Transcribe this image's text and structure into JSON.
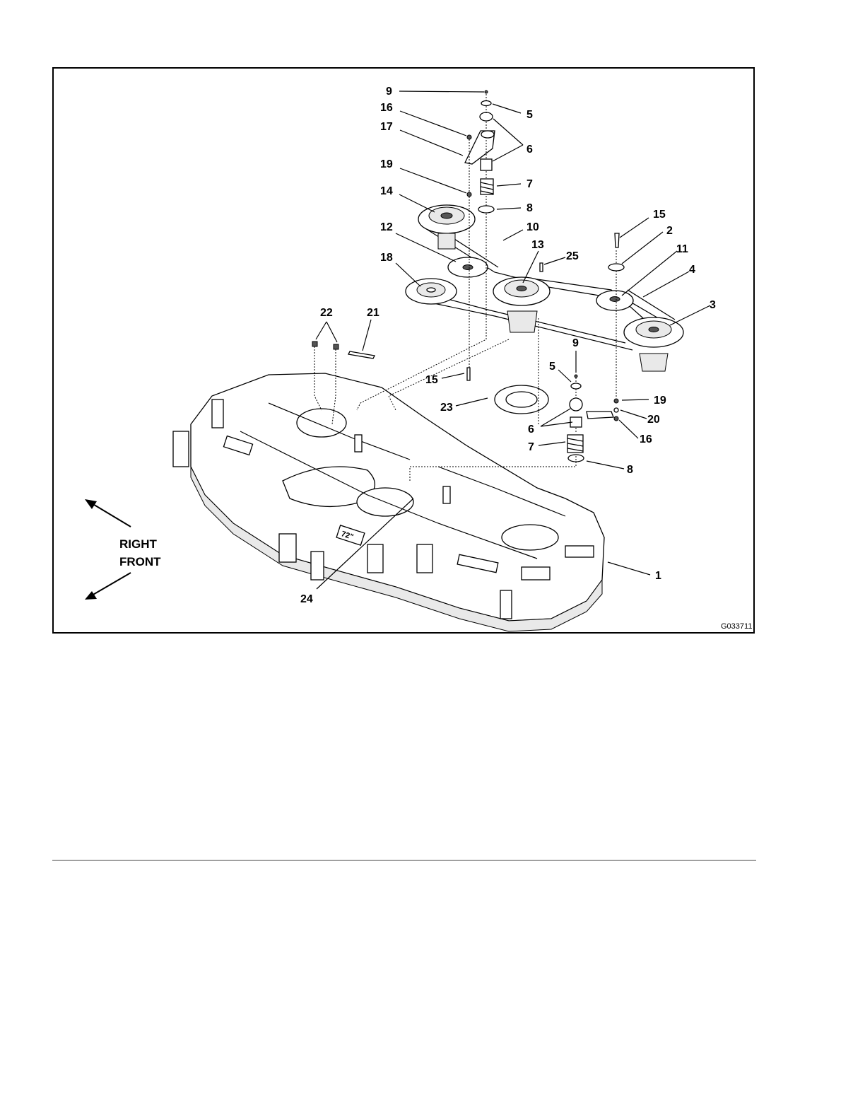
{
  "figure": {
    "id": "G033711",
    "direction_labels": {
      "right": "RIGHT",
      "front": "FRONT"
    },
    "callouts": [
      "9",
      "5",
      "16",
      "6",
      "17",
      "19",
      "7",
      "14",
      "8",
      "10",
      "12",
      "13",
      "25",
      "15",
      "2",
      "11",
      "4",
      "18",
      "3",
      "22",
      "21",
      "9",
      "5",
      "15",
      "23",
      "19",
      "20",
      "6",
      "16",
      "7",
      "8",
      "1",
      "24"
    ]
  }
}
